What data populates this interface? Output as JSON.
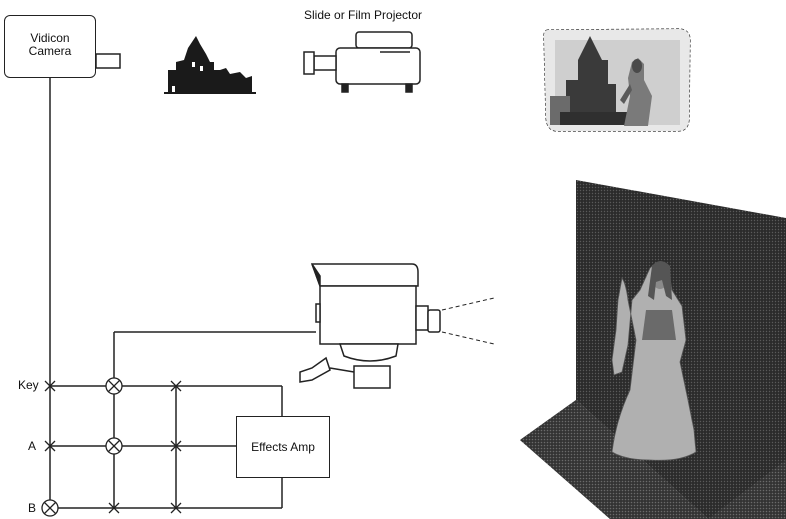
{
  "diagram": {
    "camera_label": "Vidicon\nCamera",
    "projector_label": "Slide or Film Projector",
    "amp_label": "Effects Amp",
    "bus_labels": {
      "key": "Key",
      "a": "A",
      "b": "B"
    }
  },
  "colors": {
    "line": "#222222",
    "backdrop": "#3a3a3a",
    "monitor_bezel": "#ffffff"
  }
}
